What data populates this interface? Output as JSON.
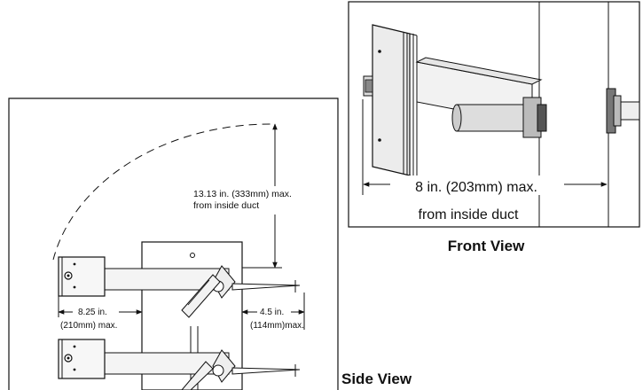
{
  "front_view": {
    "caption": "Front View",
    "dimension_line1": "8 in. (203mm) max.",
    "dimension_line2": "from inside duct"
  },
  "side_view": {
    "caption": "Side View",
    "height_dim_line1": "13.13 in. (333mm) max.",
    "height_dim_line2": "from inside duct",
    "left_dim_line1": "8.25 in.",
    "left_dim_line2": "(210mm) max.",
    "right_dim_line1": "4.5 in.",
    "right_dim_line2": "(114mm)max."
  }
}
